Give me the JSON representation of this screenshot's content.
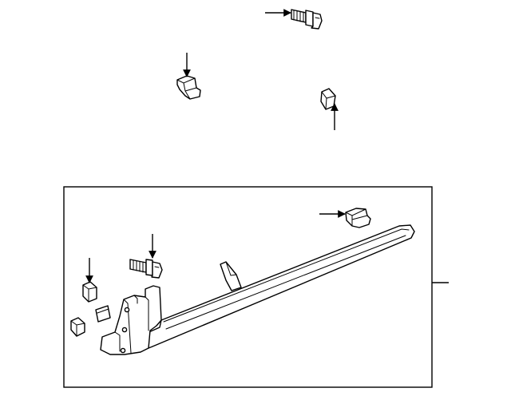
{
  "diagram": {
    "colors": {
      "line": "#000000",
      "background": "#ffffff"
    },
    "parts": [
      {
        "id": "bolt-top",
        "icon": "hex-bolt-icon"
      },
      {
        "id": "clip-top-left",
        "icon": "clip-icon"
      },
      {
        "id": "clip-top-right",
        "icon": "clip-icon"
      },
      {
        "id": "rocker-molding",
        "icon": "rocker-molding-icon"
      },
      {
        "id": "clip-box-upper",
        "icon": "clip-icon"
      },
      {
        "id": "bolt-box",
        "icon": "hex-bolt-icon"
      },
      {
        "id": "clip-box-left-a",
        "icon": "clip-icon"
      },
      {
        "id": "clip-box-left-b",
        "icon": "clip-icon"
      },
      {
        "id": "pad-box-left",
        "icon": "pad-icon"
      }
    ]
  }
}
